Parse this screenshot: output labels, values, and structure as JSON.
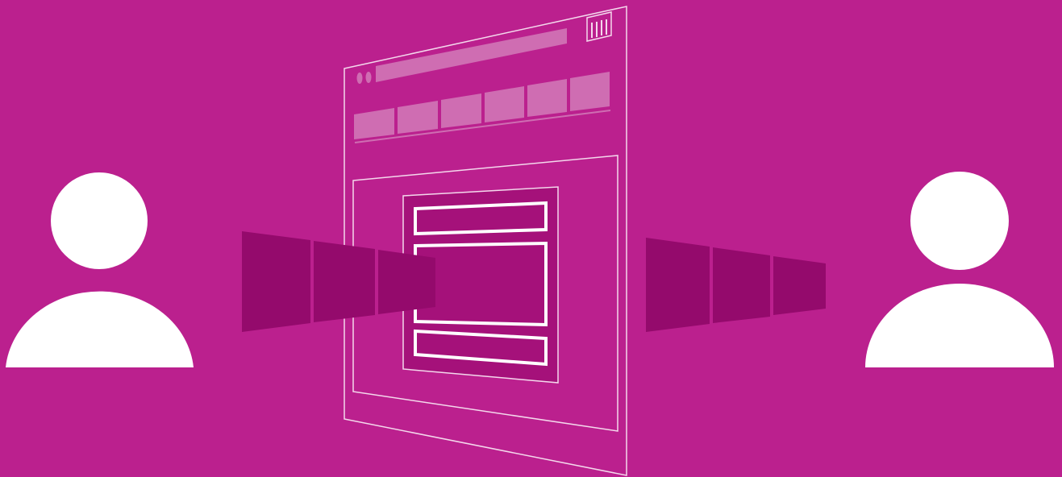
{
  "colors": {
    "background": "#BB208E",
    "figure": "#FFFFFF",
    "outline": "#F4D8EC",
    "tab_fill": "#CF6DB2",
    "band_dark": "#940A6C",
    "panel_dark": "#A5117A"
  },
  "icons": {
    "left_person": "user-icon",
    "right_person": "user-icon",
    "window": "browser-window-icon",
    "window_controls": "window-control-dots-icon",
    "window_menu": "menu-grid-icon"
  },
  "illustration": {
    "tab_count": 6,
    "form_field_count": 3,
    "left_band_segments": 3,
    "right_band_segments": 3
  }
}
